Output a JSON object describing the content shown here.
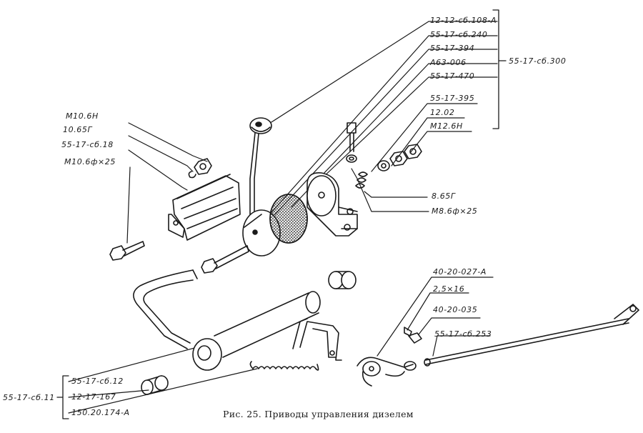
{
  "labels": {
    "top_group": [
      "12-12-сб.108-А",
      "55-17-сб.240",
      "55-17-394",
      "А63-006",
      "55-17-470"
    ],
    "top_group_assembly": "55-17-сб.300",
    "right_group": [
      "55-17-395",
      "12.02",
      "М12.6Н"
    ],
    "left_group": [
      "М10.6Н",
      "10.65Г",
      "55-17-сб.18",
      "М10.6ф×25"
    ],
    "washer_bolt": [
      "8.65Г",
      "М8.6ф×25"
    ],
    "lower_right": [
      "40-20-027-А",
      "2,5×16",
      "40-20-035",
      "55-17-сб.253"
    ],
    "bottom_left_assembly": "55-17-сб.11",
    "bottom_left": [
      "55-17-сб.12",
      "12-17-167",
      "150.20.174-А"
    ]
  },
  "caption": "Рис. 25. Приводы управления дизелем"
}
